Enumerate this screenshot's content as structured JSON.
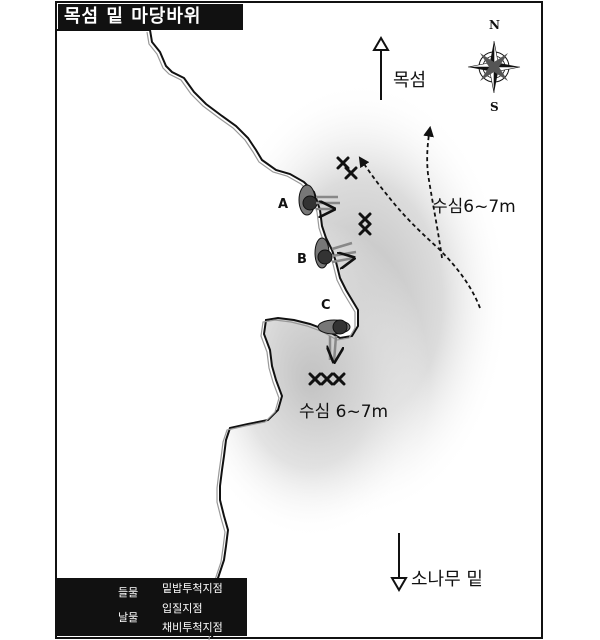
{
  "title": "목섬 밑 마당바위",
  "directions": {
    "north": "목섬",
    "south": "소나무 밑"
  },
  "compass": {
    "north": "N",
    "south": "S"
  },
  "spots": [
    "A",
    "B",
    "C"
  ],
  "depth_labels": {
    "right": "수심6~7m",
    "bottom": "수심 6~7m"
  },
  "legend": {
    "flood_tide": "들물",
    "ebb_tide": "날물",
    "bait_point": "밑밥투척지점",
    "fishing_point": "입질지점",
    "chum_point": "채비투척지점"
  }
}
